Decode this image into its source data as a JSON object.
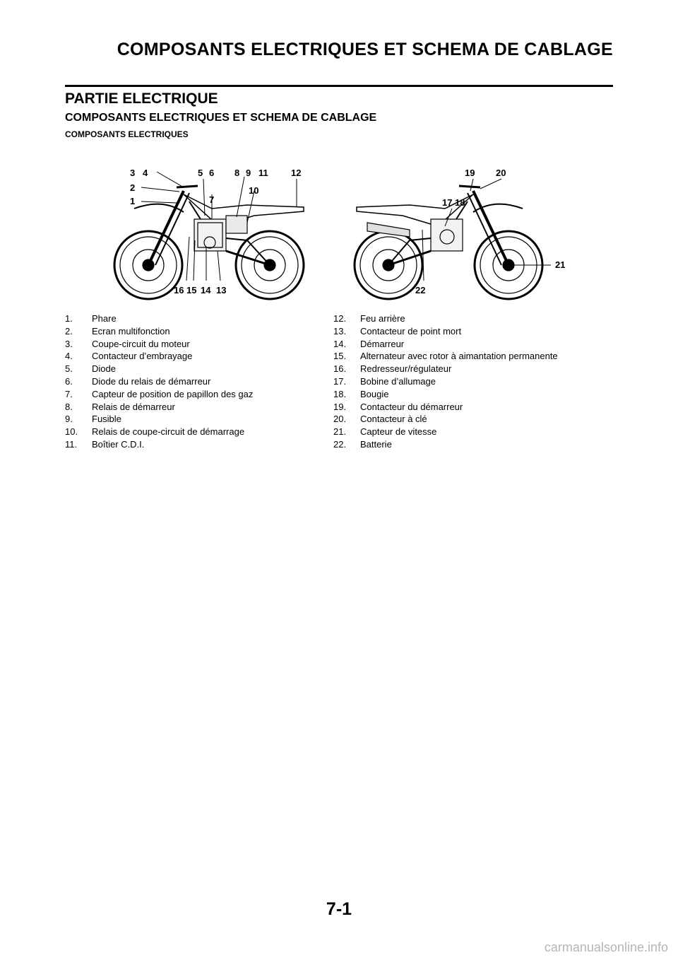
{
  "header": {
    "title": "COMPOSANTS ELECTRIQUES ET SCHEMA DE CABLAGE"
  },
  "section": {
    "title": "PARTIE ELECTRIQUE",
    "subtitle": "COMPOSANTS ELECTRIQUES ET SCHEMA DE CABLAGE",
    "subsubtitle": "COMPOSANTS ELECTRIQUES"
  },
  "callouts_left": [
    "3",
    "4",
    "5",
    "6",
    "8",
    "9",
    "11",
    "12",
    "2",
    "10",
    "7",
    "1",
    "16",
    "15",
    "14",
    "13"
  ],
  "callouts_right": [
    "19",
    "20",
    "17",
    "18",
    "21",
    "22"
  ],
  "legend_left": [
    {
      "num": "1.",
      "label": "Phare"
    },
    {
      "num": "2.",
      "label": "Ecran multifonction"
    },
    {
      "num": "3.",
      "label": "Coupe-circuit du moteur"
    },
    {
      "num": "4.",
      "label": "Contacteur d’embrayage"
    },
    {
      "num": "5.",
      "label": "Diode"
    },
    {
      "num": "6.",
      "label": "Diode du relais de démarreur"
    },
    {
      "num": "7.",
      "label": "Capteur de position de papillon des gaz"
    },
    {
      "num": "8.",
      "label": "Relais de démarreur"
    },
    {
      "num": "9.",
      "label": "Fusible"
    },
    {
      "num": "10.",
      "label": "Relais de coupe-circuit de démarrage"
    },
    {
      "num": "11.",
      "label": "Boîtier C.D.I."
    }
  ],
  "legend_right": [
    {
      "num": "12.",
      "label": "Feu arrière"
    },
    {
      "num": "13.",
      "label": "Contacteur de point mort"
    },
    {
      "num": "14.",
      "label": "Démarreur"
    },
    {
      "num": "15.",
      "label": "Alternateur avec rotor à aimantation permanente"
    },
    {
      "num": "16.",
      "label": "Redresseur/régulateur"
    },
    {
      "num": "17.",
      "label": "Bobine d’allumage"
    },
    {
      "num": "18.",
      "label": "Bougie"
    },
    {
      "num": "19.",
      "label": "Contacteur du démarreur"
    },
    {
      "num": "20.",
      "label": "Contacteur à clé"
    },
    {
      "num": "21.",
      "label": "Capteur de vitesse"
    },
    {
      "num": "22.",
      "label": "Batterie"
    }
  ],
  "footer": {
    "page_number": "7-1",
    "watermark": "carmanualsonline.info"
  }
}
